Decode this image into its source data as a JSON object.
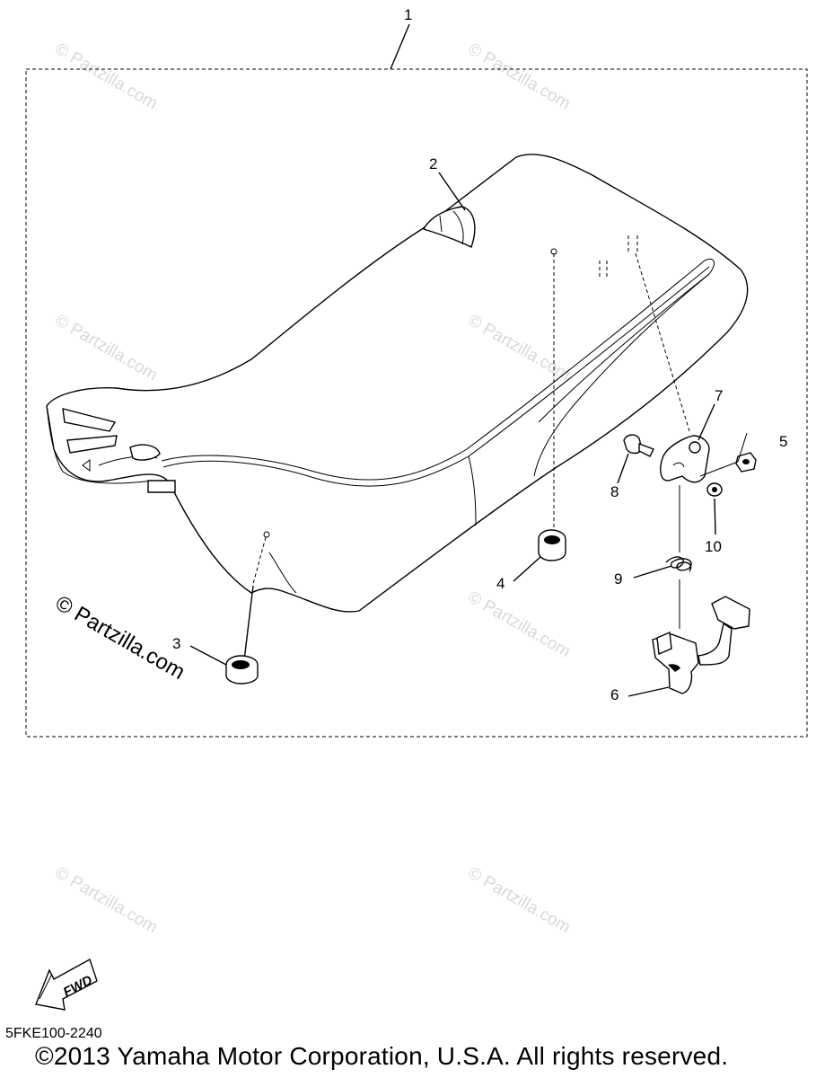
{
  "callouts": [
    {
      "id": "c1",
      "label": "1"
    },
    {
      "id": "c2",
      "label": "2"
    },
    {
      "id": "c3",
      "label": "3"
    },
    {
      "id": "c4",
      "label": "4"
    },
    {
      "id": "c5",
      "label": "5"
    },
    {
      "id": "c6",
      "label": "6"
    },
    {
      "id": "c7",
      "label": "7"
    },
    {
      "id": "c8",
      "label": "8"
    },
    {
      "id": "c9",
      "label": "9"
    },
    {
      "id": "c10",
      "label": "10"
    }
  ],
  "watermark": {
    "text": "© Partzilla.com"
  },
  "fwd_label": "FWD",
  "drawing_code": "5FKE100-2240",
  "copyright": "©2013  Yamaha Motor Corporation, U.S.A. All rights reserved."
}
